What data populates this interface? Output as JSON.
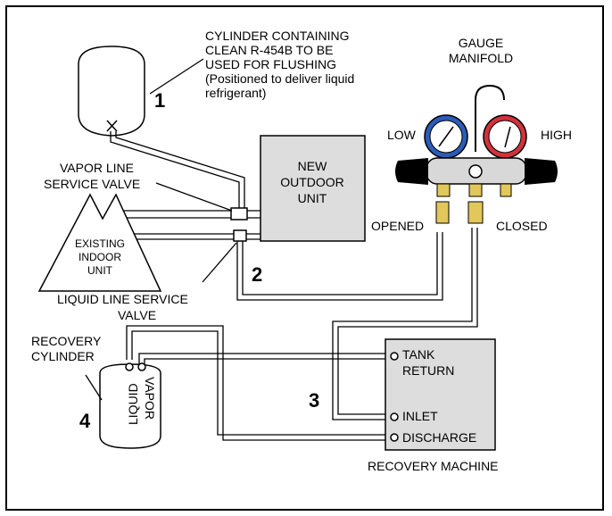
{
  "cylinder_note": [
    "CYLINDER CONTAINING",
    "CLEAN R-454B TO  BE",
    "USED FOR FLUSHING",
    "(Positioned to deliver liquid",
    "refrigerant)"
  ],
  "gauge_manifold": [
    "GAUGE",
    "MANIFOLD"
  ],
  "gauge_low": "LOW",
  "gauge_high": "HIGH",
  "vapor_valve": [
    "VAPOR LINE",
    "SERVICE VALVE"
  ],
  "outdoor_unit": [
    "NEW",
    "OUTDOOR",
    "UNIT"
  ],
  "indoor_unit": [
    "EXISTING",
    "INDOOR",
    "UNIT"
  ],
  "liquid_valve": [
    "LIQUID LINE SERVICE",
    "VALVE"
  ],
  "opened": "OPENED",
  "closed": "CLOSED",
  "recovery_cylinder": [
    "RECOVERY",
    "CYLINDER"
  ],
  "cyl_vapor": "VAPOR",
  "cyl_liquid": "LIQUID",
  "machine_ports": {
    "tank_return": [
      "TANK",
      "RETURN"
    ],
    "inlet": "INLET",
    "discharge": "DISCHARGE"
  },
  "recovery_machine": "RECOVERY MACHINE",
  "callouts": [
    "1",
    "2",
    "3",
    "4"
  ],
  "colors": {
    "unit_fill": "#dddddd",
    "low_gauge": "#2a5db8",
    "high_gauge": "#d0323c",
    "brass": "#e2c75a",
    "line": "#000000"
  }
}
